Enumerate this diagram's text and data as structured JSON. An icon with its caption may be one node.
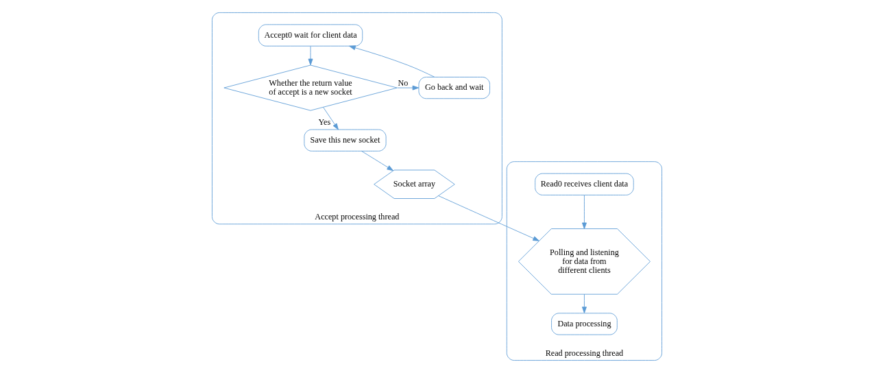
{
  "diagram": {
    "nodes": [
      {
        "text": [
          "Accept processing thread"
        ]
      },
      {
        "text": [
          "Accept0 wait for client data"
        ],
        "in": 0
      },
      {
        "text": [
          "Go back and wait"
        ],
        "in": 0
      },
      {
        "text": [
          "Whether the return value of accept is a new socket"
        ],
        "in": 0
      },
      {
        "text": [
          "Save this new socket"
        ],
        "in": 0
      },
      {
        "text": [
          "Socket array"
        ],
        "in": 0
      },
      {
        "text": [
          "Read processing thread"
        ]
      },
      {
        "text": [
          "Read0 receives client data"
        ],
        "in": 6
      },
      {
        "text": [
          "Polling and listening for data from different clients"
        ],
        "in": 6
      },
      {
        "text": [
          "Data processing"
        ],
        "in": 6
      }
    ],
    "edges": [
      {
        "from": 1,
        "to": 3,
        "arrow": "to"
      },
      {
        "from": 3,
        "to": 2,
        "arrow": "to",
        "label": "No"
      },
      {
        "from": 2,
        "to": 1,
        "arrow": "to"
      },
      {
        "from": 3,
        "to": 4,
        "arrow": "to",
        "label": "Yes"
      },
      {
        "from": 4,
        "to": 5,
        "arrow": "to"
      },
      {
        "from": 5,
        "to": 8,
        "arrow": "to"
      },
      {
        "from": 7,
        "to": 8,
        "arrow": "to"
      },
      {
        "from": 8,
        "to": 9,
        "arrow": "to"
      }
    ]
  }
}
